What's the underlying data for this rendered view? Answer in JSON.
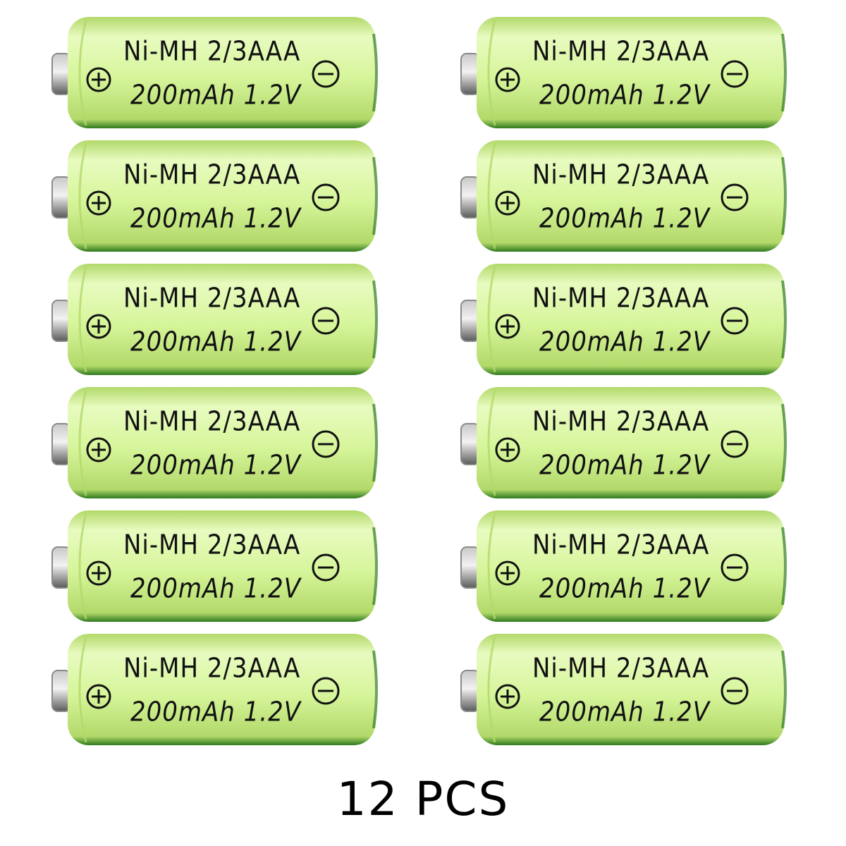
{
  "product": {
    "batteries": [
      {
        "chemistry_size": "Ni-MH 2/3AAA",
        "capacity_voltage": "200mAh 1.2V"
      },
      {
        "chemistry_size": "Ni-MH 2/3AAA",
        "capacity_voltage": "200mAh 1.2V"
      },
      {
        "chemistry_size": "Ni-MH 2/3AAA",
        "capacity_voltage": "200mAh 1.2V"
      },
      {
        "chemistry_size": "Ni-MH 2/3AAA",
        "capacity_voltage": "200mAh 1.2V"
      },
      {
        "chemistry_size": "Ni-MH 2/3AAA",
        "capacity_voltage": "200mAh 1.2V"
      },
      {
        "chemistry_size": "Ni-MH 2/3AAA",
        "capacity_voltage": "200mAh 1.2V"
      },
      {
        "chemistry_size": "Ni-MH 2/3AAA",
        "capacity_voltage": "200mAh 1.2V"
      },
      {
        "chemistry_size": "Ni-MH 2/3AAA",
        "capacity_voltage": "200mAh 1.2V"
      },
      {
        "chemistry_size": "Ni-MH 2/3AAA",
        "capacity_voltage": "200mAh 1.2V"
      },
      {
        "chemistry_size": "Ni-MH 2/3AAA",
        "capacity_voltage": "200mAh 1.2V"
      },
      {
        "chemistry_size": "Ni-MH 2/3AAA",
        "capacity_voltage": "200mAh 1.2V"
      },
      {
        "chemistry_size": "Ni-MH 2/3AAA",
        "capacity_voltage": "200mAh 1.2V"
      }
    ],
    "caption": "12 PCS"
  },
  "colors": {
    "battery_body": "#d6f59a",
    "battery_highlight": "#e8fbc0",
    "battery_edge": "#b2d96a",
    "battery_rim": "#2f7a1e",
    "terminal": "#8a8a8a",
    "text": "#111111",
    "background": "#ffffff"
  },
  "icons": {
    "positive": "plus-circle-icon",
    "negative": "minus-circle-icon"
  }
}
